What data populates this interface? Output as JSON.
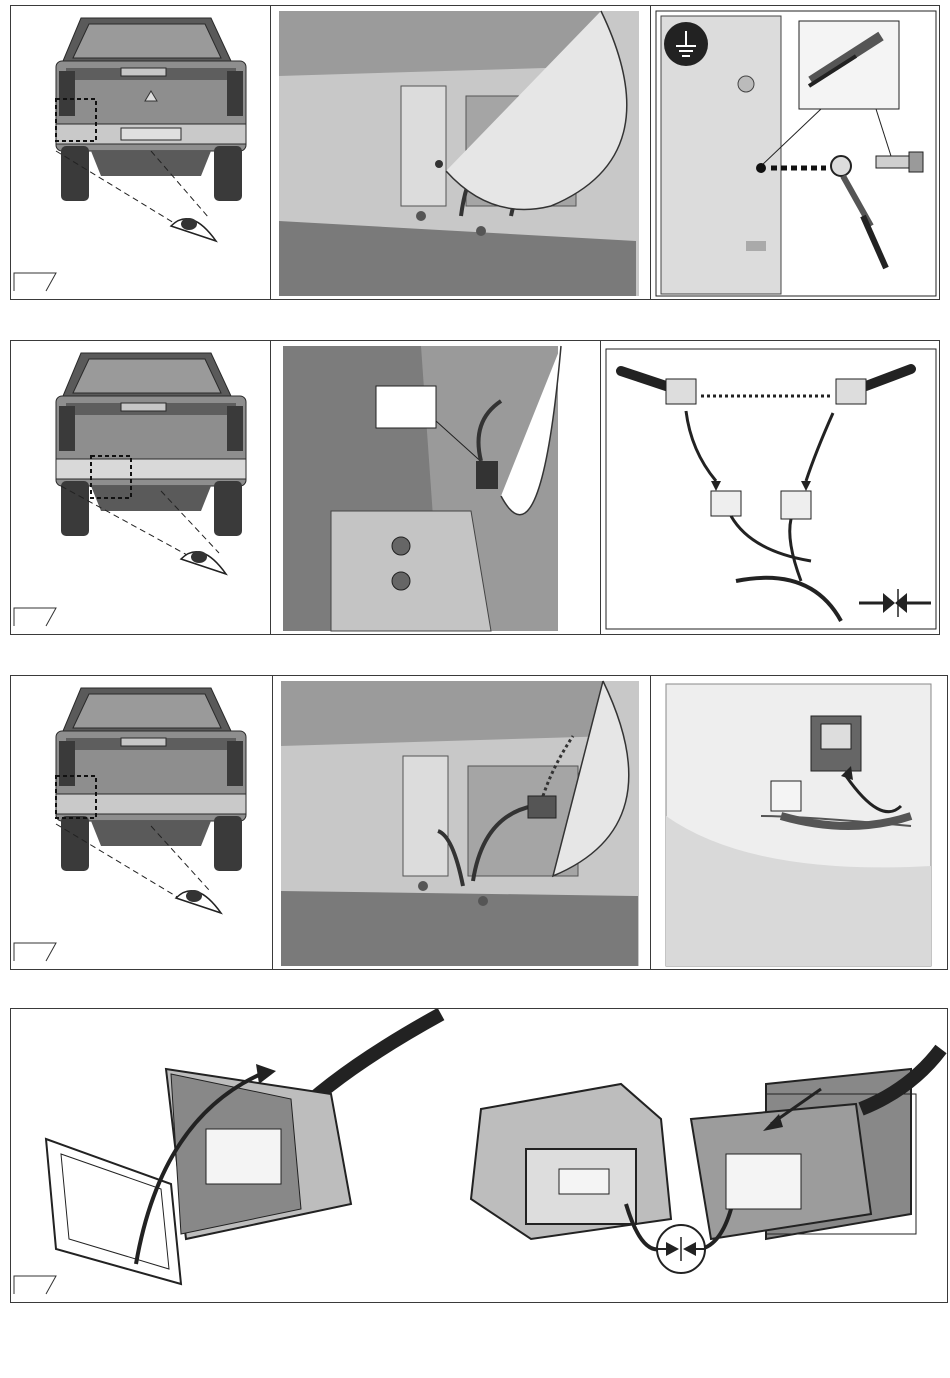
{
  "colors": {
    "body_dark": "#4a4a4a",
    "body_mid": "#8a8a8a",
    "body_light": "#d4d4d4",
    "panel_bg": "#e9e9e9",
    "outline": "#2a2a2a",
    "wire": "#333333"
  },
  "icons": {
    "ground": "ground-symbol-icon",
    "eye": "viewer-eye-icon",
    "connect": "connect-arrows-icon",
    "brush": "wire-brush-icon",
    "bolt": "bolt-icon"
  },
  "steps": [
    {
      "panels": [
        "truck-rear-view-left-light",
        "frame-detail-ground-point",
        "ground-cable-attach"
      ]
    },
    {
      "panels": [
        "truck-rear-view-center",
        "frame-detail-connector",
        "connector-splice-detail"
      ]
    },
    {
      "panels": [
        "truck-rear-view-left-light",
        "frame-detail-harness-routed",
        "socket-under-bumper"
      ]
    },
    {
      "panels": [
        "socket-cap-removal",
        "module-to-socket-connection"
      ]
    }
  ]
}
